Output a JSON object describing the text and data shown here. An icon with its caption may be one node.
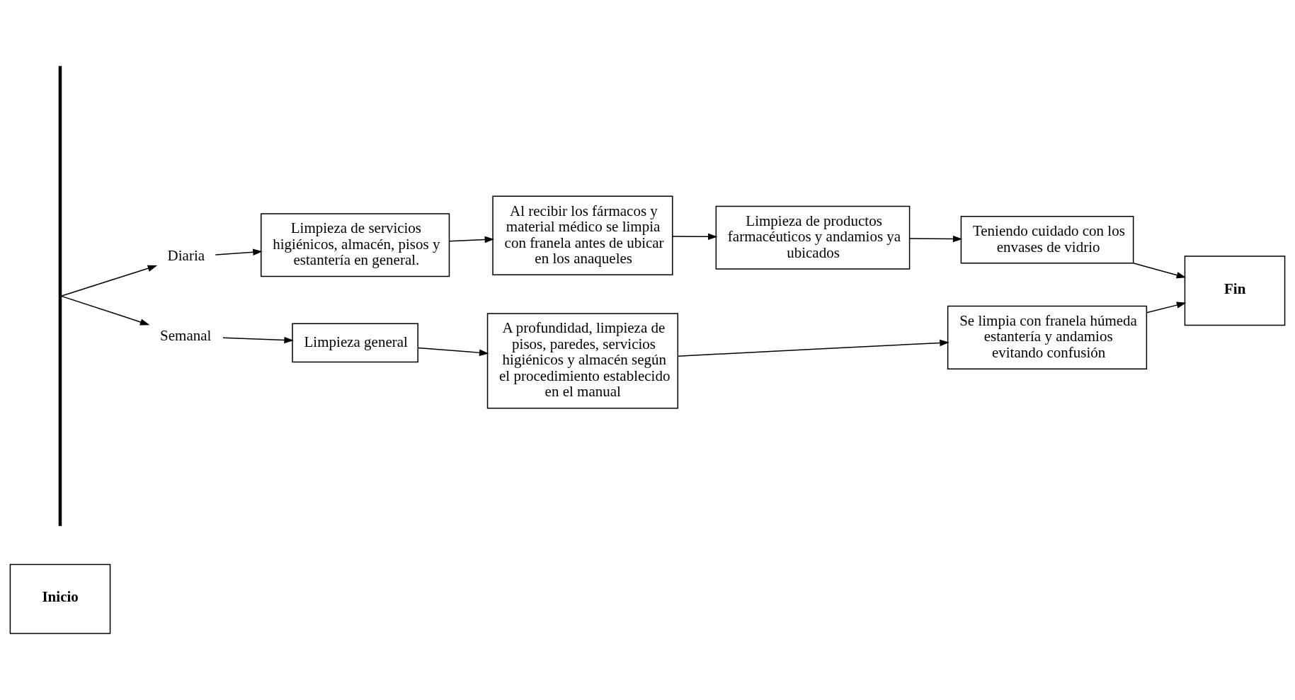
{
  "diagram": {
    "nodes": [
      {
        "text": [
          "Inicio"
        ]
      },
      {
        "text": [],
        "shape": "bar"
      },
      {
        "text": [
          "Diaria"
        ]
      },
      {
        "text": [
          "Limpieza de servicios higiénicos, almacén, pisos y estantería en general."
        ]
      },
      {
        "text": [
          "Al recibir los fármacos y material médico se limpia con franela antes de ubicar en los anaqueles"
        ]
      },
      {
        "text": [
          "Limpieza de productos farmacéuticos y andamios ya ubicados"
        ]
      },
      {
        "text": [
          "Teniendo cuidado con los envases de vidrio"
        ]
      },
      {
        "text": [
          "Semanal"
        ]
      },
      {
        "text": [
          "Limpieza general"
        ]
      },
      {
        "text": [
          "A profundidad, limpieza de pisos, paredes, servicios higiénicos y almacén según el procedimiento establecido en el manual"
        ]
      },
      {
        "text": [
          "Se limpia con franela húmeda estantería y andamios evitando confusión"
        ]
      },
      {
        "text": [
          "Fin"
        ]
      }
    ],
    "edges": [
      {
        "from": 1,
        "to": 2,
        "arrow": "to"
      },
      {
        "from": 2,
        "to": 3,
        "arrow": "to"
      },
      {
        "from": 3,
        "to": 4,
        "arrow": "to"
      },
      {
        "from": 4,
        "to": 5,
        "arrow": "to"
      },
      {
        "from": 5,
        "to": 6,
        "arrow": "to"
      },
      {
        "from": 6,
        "to": 11,
        "arrow": "to"
      },
      {
        "from": 1,
        "to": 7,
        "arrow": "to"
      },
      {
        "from": 7,
        "to": 8,
        "arrow": "to"
      },
      {
        "from": 8,
        "to": 9,
        "arrow": "to"
      },
      {
        "from": 9,
        "to": 10,
        "arrow": "to"
      },
      {
        "from": 10,
        "to": 11,
        "arrow": "to"
      }
    ]
  }
}
